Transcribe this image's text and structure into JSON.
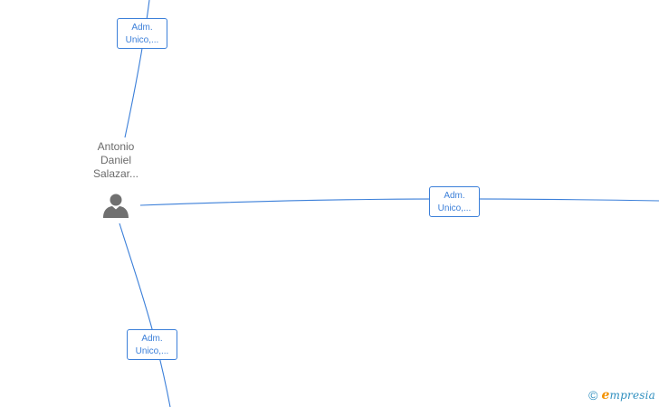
{
  "person": {
    "name_lines": [
      "Antonio",
      "Daniel",
      "Salazar..."
    ],
    "icon": "person-icon"
  },
  "roles": [
    {
      "line1": "Adm.",
      "line2": "Unico,..."
    },
    {
      "line1": "Adm.",
      "line2": "Unico,..."
    },
    {
      "line1": "Adm.",
      "line2": "Unico,..."
    }
  ],
  "watermark": {
    "symbol": "©",
    "brand_initial": "e",
    "brand_rest": "mpresia"
  },
  "colors": {
    "edge": "#3b7fd9",
    "person_text": "#6b6b6b",
    "person_icon": "#707070",
    "brand_blue": "#2f8fbf",
    "brand_orange": "#f39200"
  }
}
